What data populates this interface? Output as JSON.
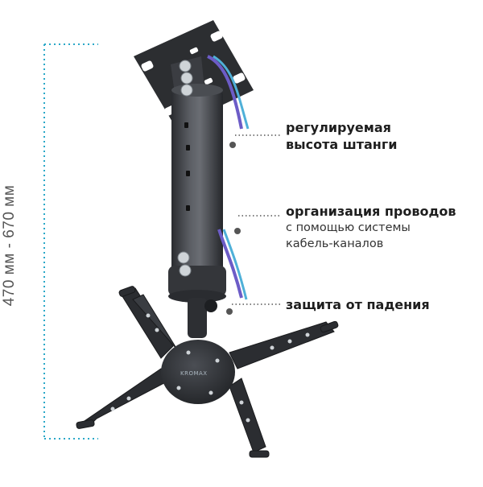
{
  "dimension": {
    "label": "470 мм - 670 мм",
    "accent_color": "#2aa8c8"
  },
  "callouts": [
    {
      "line1": "регулируемая",
      "line2": "высота штанги"
    },
    {
      "line1": "организация проводов",
      "line2": "с помощью системы",
      "line3": "кабель-каналов"
    },
    {
      "line1": "защита от падения"
    }
  ],
  "product": {
    "brand": "KROMAX",
    "body_color": "#3a3c40",
    "cable_colors": [
      "#6c5cc7",
      "#4fb0d8"
    ]
  }
}
